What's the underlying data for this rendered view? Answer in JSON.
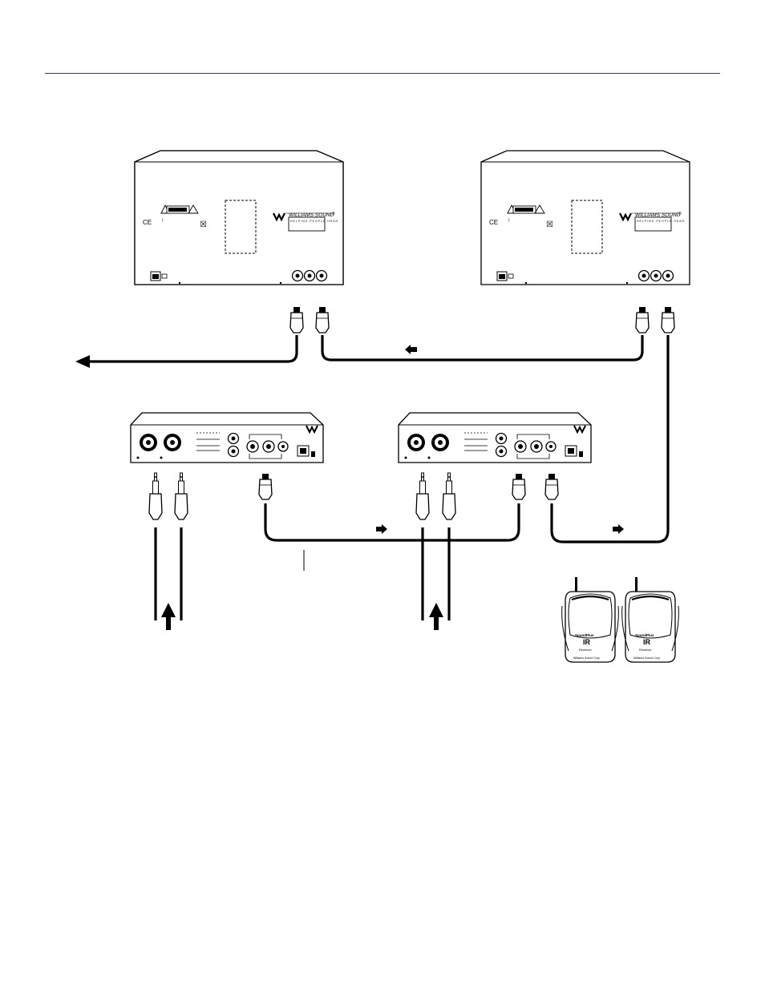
{
  "brand": {
    "name": "WILLIAMS SOUND",
    "registered_mark": "®",
    "tagline": "HELPING PEOPLE HEAR",
    "ce_mark": "CE"
  },
  "receiver_labels": {
    "brand": "SoundPlus",
    "model": "IR",
    "type": "Receiver",
    "footer": "Williams Sound Corp"
  },
  "colors": {
    "rule": "#2f3a7a",
    "ink": "#000000",
    "paper": "#ffffff"
  },
  "icons": [
    "warning-triangle-icon",
    "wheelie-bin-icon",
    "arrow-icon",
    "antenna-icon"
  ]
}
